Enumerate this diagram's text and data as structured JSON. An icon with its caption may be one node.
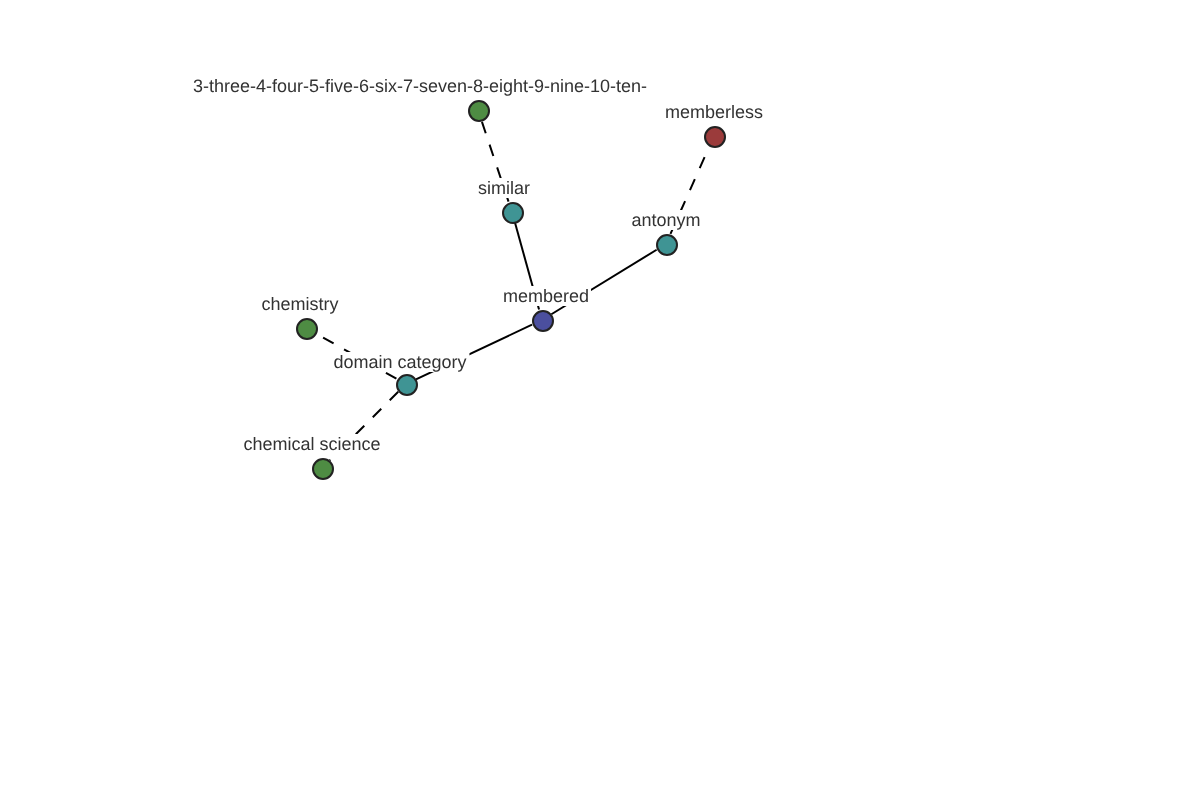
{
  "diagram": {
    "nodes": [
      {
        "text": [
          "membered"
        ]
      },
      {
        "text": [
          "similar"
        ]
      },
      {
        "text": [
          "antonym"
        ]
      },
      {
        "text": [
          "domain category"
        ]
      },
      {
        "text": [
          "3-three-4-four-5-five-6-six-7-seven-8-eight-9-nine-10-ten-"
        ]
      },
      {
        "text": [
          "memberless"
        ]
      },
      {
        "text": [
          "chemistry"
        ]
      },
      {
        "text": [
          "chemical science"
        ]
      }
    ],
    "edges": [
      {
        "from": 0,
        "to": 1,
        "arrow": "none"
      },
      {
        "from": 0,
        "to": 2,
        "arrow": "none"
      },
      {
        "from": 0,
        "to": 3,
        "arrow": "none"
      },
      {
        "from": 1,
        "to": 4,
        "arrow": "none",
        "style": "dashed"
      },
      {
        "from": 2,
        "to": 5,
        "arrow": "none",
        "style": "dashed"
      },
      {
        "from": 3,
        "to": 6,
        "arrow": "none",
        "style": "dashed"
      },
      {
        "from": 3,
        "to": 7,
        "arrow": "none",
        "style": "dashed"
      }
    ]
  }
}
